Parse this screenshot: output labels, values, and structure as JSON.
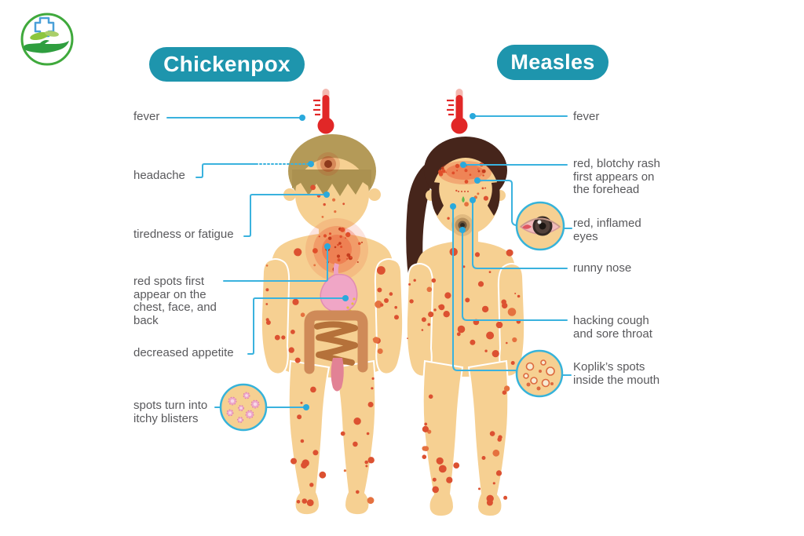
{
  "infographic": {
    "left": {
      "title": "Chickenpox",
      "labels": [
        "fever",
        "headache",
        "tiredness or fatigue",
        "red spots first appear on the chest, face, and back",
        "decreased appetite",
        "spots turn into itchy blisters"
      ]
    },
    "right": {
      "title": "Measles",
      "labels": [
        "fever",
        "red, blotchy rash first appears on the forehead",
        "red, inflamed eyes",
        "runny nose",
        "hacking cough and sore throat",
        "Koplik’s spots inside the mouth"
      ]
    },
    "icons": {
      "logo": "hand-with-medical-cross-logo",
      "left_fever": "thermometer-icon",
      "right_fever": "thermometer-icon",
      "left_closeup": "itchy-blisters-magnifier",
      "right_closeup_eye": "inflamed-eye-magnifier",
      "right_closeup_mouth": "koplik-spots-magnifier"
    },
    "colors": {
      "badge_teal": "#1e95ad",
      "callout_blue": "#3ab2de",
      "label_text": "#59595c",
      "skin": "#f6d092",
      "spot_red": "#dc5131",
      "boy_hair": "#b49a58",
      "girl_hair": "#46251b",
      "thermometer_red": "#e12727",
      "logo_green": "#3fa93c"
    }
  }
}
